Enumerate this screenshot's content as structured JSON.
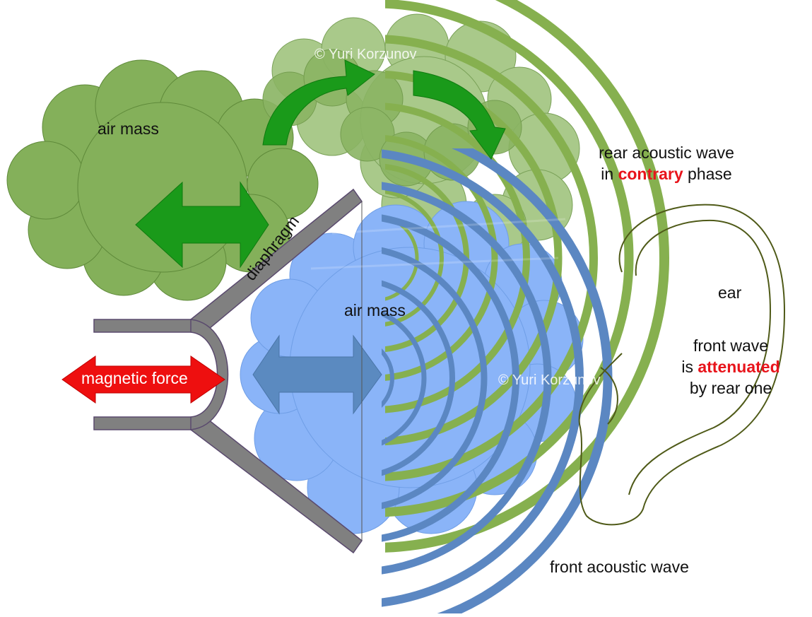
{
  "labels": {
    "air_mass_rear": "air mass",
    "air_mass_front": "air mass",
    "diaphragm": "diaphragm",
    "magnetic_force": "magnetic force",
    "rear_wave_line1": "rear acoustic wave",
    "rear_wave_line2_prefix": "in",
    "rear_wave_line2_highlight": "contrary",
    "rear_wave_line2_suffix": "phase",
    "ear": "ear",
    "front_wave_line1": "front wave",
    "front_wave_line2_prefix": "is",
    "front_wave_line2_highlight": "attenuated",
    "front_wave_line3": "by rear one",
    "front_acoustic_wave": "front acoustic wave"
  },
  "watermarks": {
    "top": "© Yuri Korzunov",
    "middle": "© Yuri Korzunov"
  },
  "colors": {
    "rear_cloud": "#84b05a",
    "rear_cloud_light": "#a9c98a",
    "front_cloud": "#8ab4f8",
    "rear_wave": "#86b04f",
    "front_wave": "#5b87c2",
    "green_arrow": "#1a9a1a",
    "blue_arrow": "#5b8ac0",
    "magnetic_arrow": "#ee0f0f",
    "speaker": "#808080",
    "ear_outline": "#4f5a18",
    "highlight_text": "#e8141b"
  }
}
